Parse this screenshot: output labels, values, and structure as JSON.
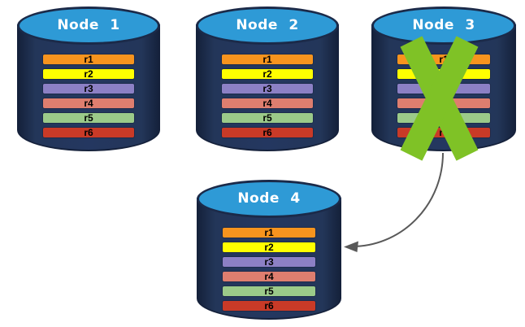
{
  "nodes": [
    {
      "title": "Node 1",
      "status": "active",
      "rows": [
        {
          "label": "r1",
          "color": "#F7941E"
        },
        {
          "label": "r2",
          "color": "#FFFF00"
        },
        {
          "label": "r3",
          "color": "#8C80C5"
        },
        {
          "label": "r4",
          "color": "#DE7E6F"
        },
        {
          "label": "r5",
          "color": "#9BCA89"
        },
        {
          "label": "r6",
          "color": "#C93A27"
        }
      ]
    },
    {
      "title": "Node 2",
      "status": "active",
      "rows": [
        {
          "label": "r1",
          "color": "#F7941E"
        },
        {
          "label": "r2",
          "color": "#FFFF00"
        },
        {
          "label": "r3",
          "color": "#8C80C5"
        },
        {
          "label": "r4",
          "color": "#DE7E6F"
        },
        {
          "label": "r5",
          "color": "#9BCA89"
        },
        {
          "label": "r6",
          "color": "#C93A27"
        }
      ]
    },
    {
      "title": "Node 3",
      "status": "failed",
      "rows": [
        {
          "label": "r1",
          "color": "#F7941E"
        },
        {
          "label": "r2",
          "color": "#FFFF00"
        },
        {
          "label": "r3",
          "color": "#8C80C5"
        },
        {
          "label": "r4",
          "color": "#DE7E6F"
        },
        {
          "label": "r5",
          "color": "#9BCA89"
        },
        {
          "label": "r6",
          "color": "#C93A27"
        }
      ]
    },
    {
      "title": "Node 4",
      "status": "active",
      "rows": [
        {
          "label": "r1",
          "color": "#F7941E"
        },
        {
          "label": "r2",
          "color": "#FFFF00"
        },
        {
          "label": "r3",
          "color": "#8C80C5"
        },
        {
          "label": "r4",
          "color": "#DE7E6F"
        },
        {
          "label": "r5",
          "color": "#9BCA89"
        },
        {
          "label": "r6",
          "color": "#C93A27"
        }
      ]
    }
  ],
  "failure": {
    "crossed_node": "Node 3",
    "cross_color": "#7FC226"
  },
  "arrow": {
    "from": "Node 3",
    "to": "Node 4",
    "color": "#595959"
  },
  "style_colors": {
    "cylinder_top": "#2E9AD6",
    "cylinder_body": "#243760",
    "cylinder_outline": "#15213B",
    "title_text": "#FFFFFF",
    "row_text": "#000000",
    "background": "#FFFFFF"
  }
}
